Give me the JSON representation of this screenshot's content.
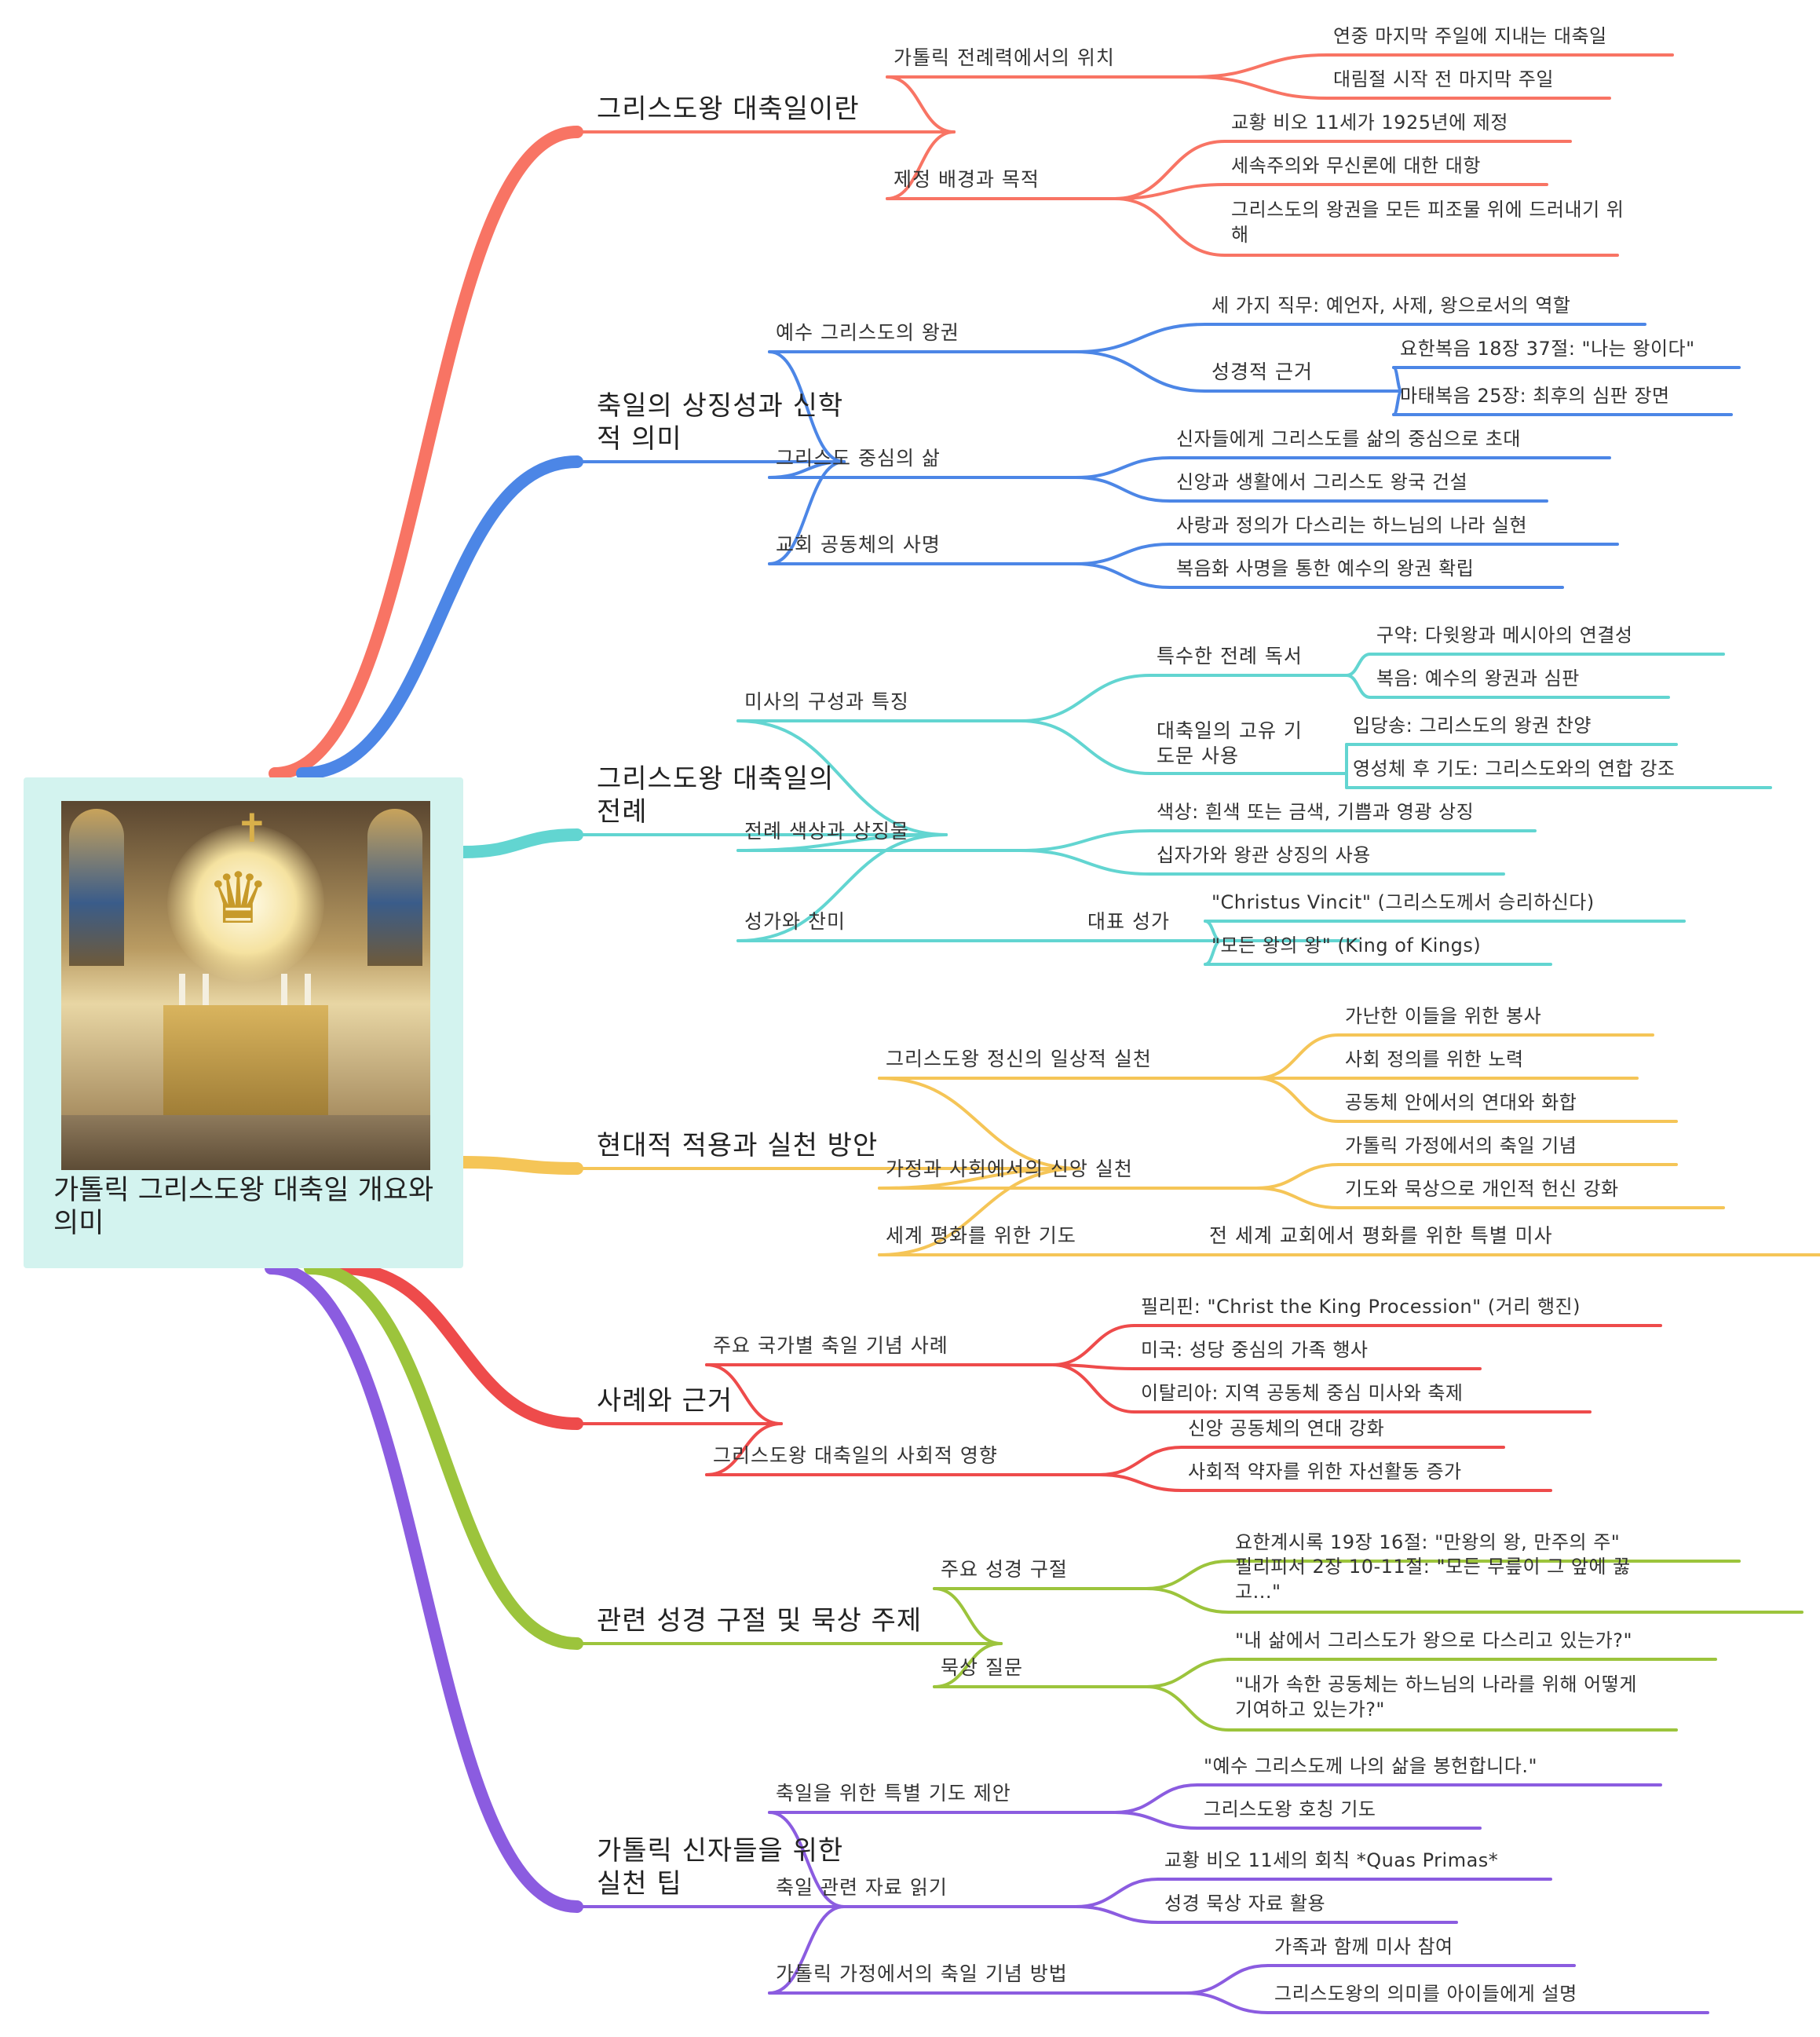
{
  "root": {
    "title": "가톨릭 그리스도왕 대축일 개요와 의미"
  },
  "colors": {
    "red": "#F87464",
    "blue": "#4C86E6",
    "cyan": "#62D5D1",
    "yellow": "#F5C557",
    "red2": "#EE4B4B",
    "green": "#9CC43C",
    "purple": "#8B5CE0"
  },
  "icons": {
    "root_image": "christ-the-king-altar-illustration"
  },
  "branches": [
    {
      "title": "그리스도왕 대축일이란",
      "color": "#F87464",
      "children": [
        {
          "title": "가톨릭 전례력에서의 위치",
          "leaves": [
            "연중 마지막 주일에 지내는 대축일",
            "대림절 시작 전 마지막 주일"
          ]
        },
        {
          "title": "제정 배경과 목적",
          "leaves": [
            "교황 비오 11세가 1925년에 제정",
            "세속주의와 무신론에 대한 대항",
            "그리스도의 왕권을 모든 피조물 위에 드러내기 위해"
          ]
        }
      ]
    },
    {
      "title": "축일의 상징성과 신학적 의미",
      "color": "#4C86E6",
      "children": [
        {
          "title": "예수 그리스도의 왕권",
          "leaves": [
            "세 가지 직무: 예언자, 사제, 왕으로서의 역할"
          ],
          "sub": {
            "title": "성경적 근거",
            "leaves": [
              "요한복음 18장 37절: \"나는 왕이다\"",
              "마태복음 25장: 최후의 심판 장면"
            ]
          }
        },
        {
          "title": "그리스도 중심의 삶",
          "leaves": [
            "신자들에게 그리스도를 삶의 중심으로 초대",
            "신앙과 생활에서 그리스도 왕국 건설"
          ]
        },
        {
          "title": "교회 공동체의 사명",
          "leaves": [
            "사랑과 정의가 다스리는 하느님의 나라 실현",
            "복음화 사명을 통한 예수의 왕권 확립"
          ]
        }
      ]
    },
    {
      "title": "그리스도왕 대축일의 전례",
      "color": "#62D5D1",
      "children": [
        {
          "title": "미사의 구성과 특징",
          "subs": [
            {
              "title": "특수한 전례 독서",
              "leaves": [
                "구약: 다윗왕과 메시아의 연결성",
                "복음: 예수의 왕권과 심판"
              ]
            },
            {
              "title": "대축일의 고유 기도문 사용",
              "leaves": [
                "입당송: 그리스도의 왕권 찬양",
                "영성체 후 기도: 그리스도와의 연합 강조"
              ]
            }
          ]
        },
        {
          "title": "전례 색상과 상징물",
          "leaves": [
            "색상: 흰색 또는 금색, 기쁨과 영광 상징",
            "십자가와 왕관 상징의 사용"
          ]
        },
        {
          "title": "성가와 찬미",
          "sub": {
            "title": "대표 성가",
            "leaves": [
              "\"Christus Vincit\" (그리스도께서 승리하신다)",
              "\"모든 왕의 왕\" (King of Kings)"
            ]
          }
        }
      ]
    },
    {
      "title": "현대적 적용과 실천 방안",
      "color": "#F5C557",
      "children": [
        {
          "title": "그리스도왕 정신의 일상적 실천",
          "leaves": [
            "가난한 이들을 위한 봉사",
            "사회 정의를 위한 노력",
            "공동체 안에서의 연대와 화합"
          ]
        },
        {
          "title": "가정과 사회에서의 신앙 실천",
          "leaves": [
            "가톨릭 가정에서의 축일 기념",
            "기도와 묵상으로 개인적 헌신 강화"
          ]
        },
        {
          "title": "세계 평화를 위한 기도",
          "leaves": [
            "전 세계 교회에서 평화를 위한 특별 미사"
          ]
        }
      ]
    },
    {
      "title": "사례와 근거",
      "color": "#EE4B4B",
      "children": [
        {
          "title": "주요 국가별 축일 기념 사례",
          "leaves": [
            "필리핀: \"Christ the King Procession\" (거리 행진)",
            "미국: 성당 중심의 가족 행사",
            "이탈리아: 지역 공동체 중심 미사와 축제"
          ]
        },
        {
          "title": "그리스도왕 대축일의 사회적 영향",
          "leaves": [
            "신앙 공동체의 연대 강화",
            "사회적 약자를 위한 자선활동 증가"
          ]
        }
      ]
    },
    {
      "title": "관련 성경 구절 및 묵상 주제",
      "color": "#9CC43C",
      "children": [
        {
          "title": "주요 성경 구절",
          "leaves": [
            "요한계시록 19장 16절: \"만왕의 왕, 만주의 주\"",
            "필리피서 2장 10-11절: \"모든 무릎이 그 앞에 꿇고...\""
          ]
        },
        {
          "title": "묵상 질문",
          "leaves": [
            "\"내 삶에서 그리스도가 왕으로 다스리고 있는가?\"",
            "\"내가 속한 공동체는 하느님의 나라를 위해 어떻게 기여하고 있는가?\""
          ]
        }
      ]
    },
    {
      "title": "가톨릭 신자들을 위한 실천 팁",
      "color": "#8B5CE0",
      "children": [
        {
          "title": "축일을 위한 특별 기도 제안",
          "leaves": [
            "\"예수 그리스도께 나의 삶을 봉헌합니다.\"",
            "그리스도왕 호칭 기도"
          ]
        },
        {
          "title": "축일 관련 자료 읽기",
          "leaves": [
            "교황 비오 11세의 회칙 *Quas Primas*",
            "성경 묵상 자료 활용"
          ]
        },
        {
          "title": "가톨릭 가정에서의 축일 기념 방법",
          "leaves": [
            "가족과 함께 미사 참여",
            "그리스도왕의 의미를 아이들에게 설명"
          ]
        }
      ]
    }
  ]
}
